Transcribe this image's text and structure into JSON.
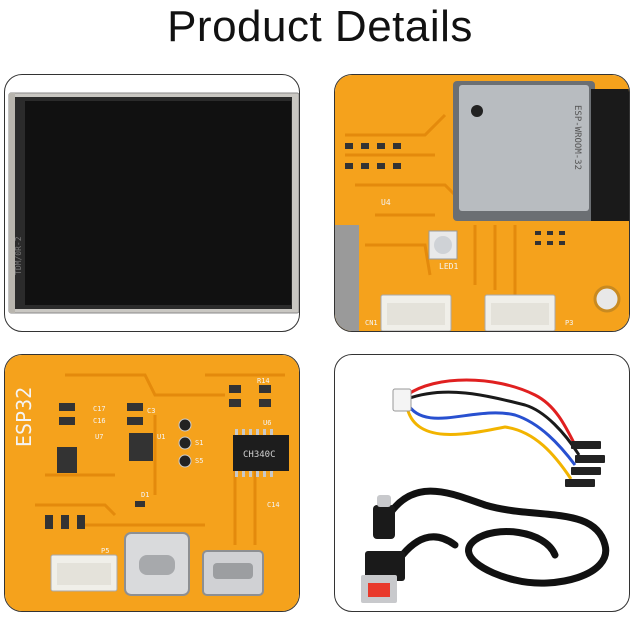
{
  "heading": "Product Details",
  "colors": {
    "pcb": "#f5a21c",
    "trace": "#e48a0c",
    "screen": "#111111",
    "module": "#b8bcc0"
  },
  "panels": {
    "screen": {
      "label": "TDM/0R-2"
    },
    "module": {
      "marking": "ESP-WROOM-32",
      "labels": [
        "U4",
        "LED1",
        "CN1",
        "P3"
      ]
    },
    "board": {
      "marking": "ESP32",
      "chip": "CH340C",
      "labels": [
        "C17",
        "C16",
        "U7",
        "C3",
        "U1",
        "S1",
        "S5",
        "D1",
        "P5",
        "U6",
        "R14",
        "C14"
      ]
    },
    "cables": {
      "items": [
        "jumper-cable",
        "usb-c-cable"
      ]
    }
  }
}
